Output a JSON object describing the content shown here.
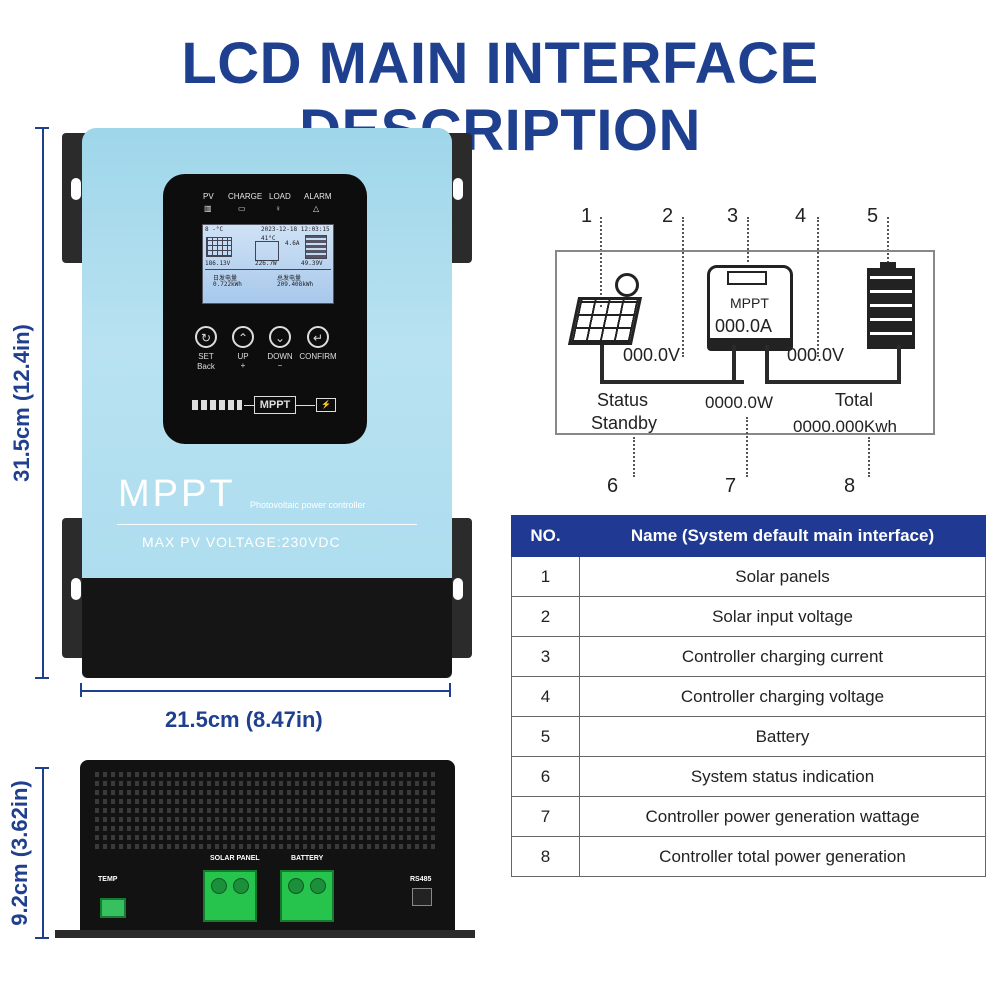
{
  "title": "LCD MAIN INTERFACE DESCRIPTION",
  "dimensions": {
    "height": "31.5cm (12.4in)",
    "width": "21.5cm (8.47in)",
    "depth": "9.2cm (3.62in)"
  },
  "device_front": {
    "top_labels": [
      "PV",
      "CHARGE",
      "LOAD",
      "ALARM"
    ],
    "lcd": {
      "temp": "8 -°C",
      "datetime": "2023-12-18 12:03:15",
      "pv_voltage": "186.13V",
      "temp2": "41°C",
      "current": "4.6A",
      "power": "226.7W",
      "battery_voltage": "49.39V",
      "daily_label": "日发电量",
      "daily_value": "0.722kWh",
      "total_label": "总发电量",
      "total_value": "209.408kWh"
    },
    "buttons": [
      {
        "icon": "↻",
        "label": "SET",
        "sub": "Back"
      },
      {
        "icon": "⌃",
        "label": "UP",
        "sub": "+"
      },
      {
        "icon": "⌄",
        "label": "DOWN",
        "sub": "−"
      },
      {
        "icon": "↵",
        "label": "CONFIRM",
        "sub": ""
      }
    ],
    "panel_badge": "MPPT",
    "brand": "MPPT",
    "subtitle": "Photovoltaic power controller",
    "max_pv": "MAX PV VOLTAGE:230VDC"
  },
  "device_bottom": {
    "temp_label": "TEMP",
    "solar_label": "SOLAR PANEL",
    "battery_label": "BATTERY",
    "rs485_label": "RS485"
  },
  "diagram": {
    "numbers": [
      "1",
      "2",
      "3",
      "4",
      "5",
      "6",
      "7",
      "8"
    ],
    "mppt_label": "MPPT",
    "current": "000.0A",
    "pv_voltage": "000.0V",
    "battery_voltage": "000.0V",
    "status_label": "Status",
    "status_value": "Standby",
    "power": "0000.0W",
    "total_label": "Total",
    "total_value": "0000.000Kwh"
  },
  "table": {
    "headers": [
      "NO.",
      "Name (System default main interface)"
    ],
    "rows": [
      [
        "1",
        "Solar panels"
      ],
      [
        "2",
        "Solar input voltage"
      ],
      [
        "3",
        "Controller charging current"
      ],
      [
        "4",
        "Controller charging voltage"
      ],
      [
        "5",
        "Battery"
      ],
      [
        "6",
        "System status indication"
      ],
      [
        "7",
        "Controller power generation wattage"
      ],
      [
        "8",
        "Controller total power generation"
      ]
    ]
  }
}
